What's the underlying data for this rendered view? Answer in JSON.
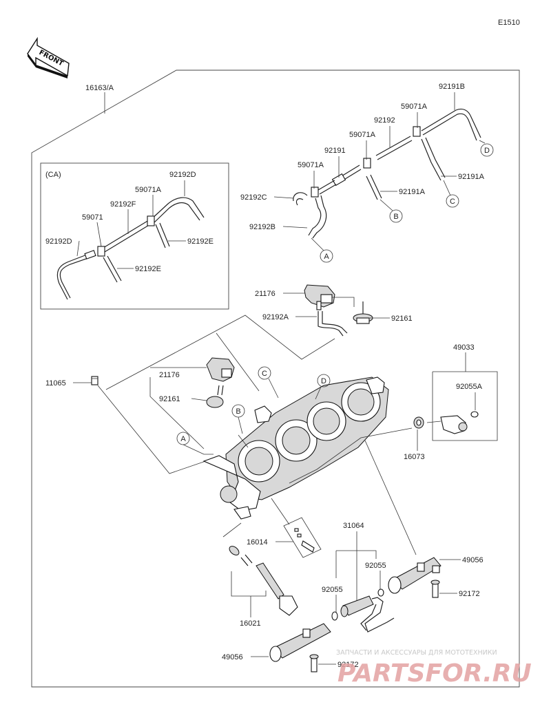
{
  "diagram_code": "E1510",
  "direction_label": "FRONT",
  "assembly_label": "16163/A",
  "inset_variant": "(CA)",
  "hose_labels": {
    "h92191B": "92191B",
    "h59071A_top": "59071A",
    "h92192": "92192",
    "h59071A_mid": "59071A",
    "h92191": "92191",
    "h59071A_low": "59071A",
    "h92192C": "92192C",
    "h92191A_right": "92191A",
    "h92191A_mid": "92191A",
    "h92192B": "92192B"
  },
  "inset_labels": {
    "i92192D_top": "92192D",
    "i59071A": "59071A",
    "i92192F": "92192F",
    "i59071": "59071",
    "i92192D_left": "92192D",
    "i92192E_right": "92192E",
    "i92192E_low": "92192E"
  },
  "part_labels": {
    "p21176_upper": "21176",
    "p92192A": "92192A",
    "p92161_upper": "92161",
    "p11065": "11065",
    "p21176_lower": "21176",
    "p92161_lower": "92161",
    "p49033": "49033",
    "p92055A": "92055A",
    "p16073": "16073",
    "p16014": "16014",
    "p31064": "31064",
    "p92055_right": "92055",
    "p92055_left": "92055",
    "p49056_right": "49056",
    "p92172_right": "92172",
    "p16021": "16021",
    "p49056_bottom": "49056",
    "p92172_bottom": "92172"
  },
  "callouts": {
    "A_top": "A",
    "B_top": "B",
    "C_top": "C",
    "D_top": "D",
    "A_body": "A",
    "B_body": "B",
    "C_body": "C",
    "D_body": "D"
  },
  "watermark": {
    "caption": "ЗАПЧАСТИ И АКСЕССУАРЫ ДЛЯ МОТОТЕХНИКИ",
    "brand": "PARTSFOR.RU",
    "brand_color": "#e3a2a2"
  }
}
